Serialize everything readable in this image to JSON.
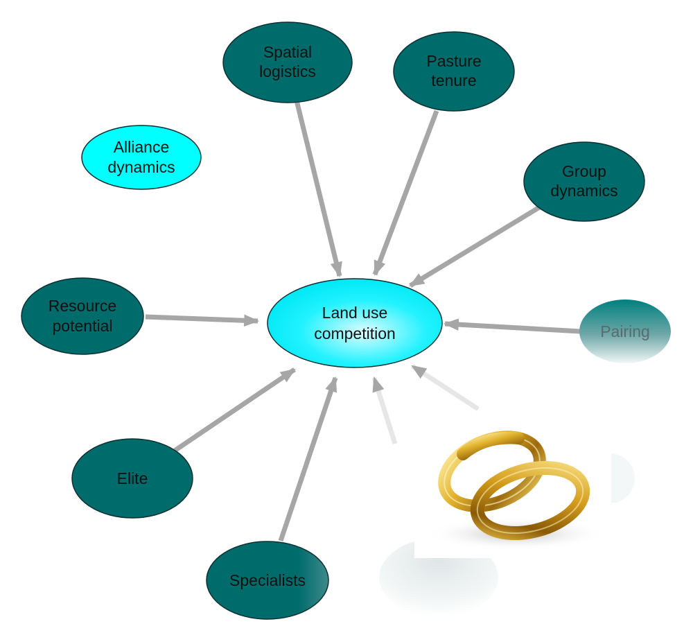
{
  "diagram": {
    "center": {
      "label_lines": [
        "Land use",
        "competition"
      ]
    },
    "nodes": [
      {
        "id": "spatial-logistics",
        "label_lines": [
          "Spatial",
          "logistics"
        ]
      },
      {
        "id": "pasture-tenure",
        "label_lines": [
          "Pasture",
          "tenure"
        ]
      },
      {
        "id": "alliance-dynamics",
        "label_lines": [
          "Alliance",
          "dynamics"
        ]
      },
      {
        "id": "group-dynamics",
        "label_lines": [
          "Group",
          "dynamics"
        ]
      },
      {
        "id": "resource-potential",
        "label_lines": [
          "Resource",
          "potential"
        ]
      },
      {
        "id": "pairing",
        "label_lines": [
          "Pairing"
        ]
      },
      {
        "id": "elite",
        "label_lines": [
          "Elite"
        ]
      },
      {
        "id": "specialists",
        "label_lines": [
          "Specialists"
        ]
      }
    ],
    "colors": {
      "teal_node": "#006b6b",
      "cyan_node": "#00ffff",
      "arrow": "#a6a6a6",
      "node_stroke": "#0a2f33"
    },
    "image": {
      "icon": "gold-wedding-rings-icon"
    }
  }
}
